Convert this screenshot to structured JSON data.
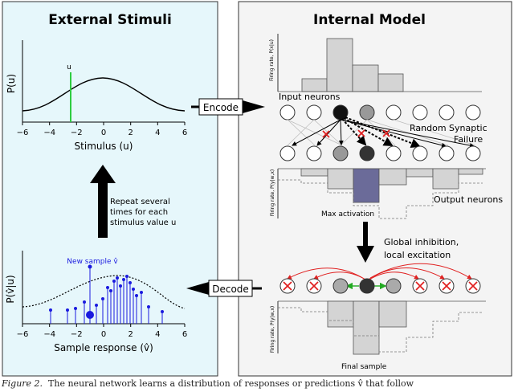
{
  "left_panel": {
    "title": "External Stimuli",
    "background": "#e6f7fb",
    "top_plot": {
      "ylabel": "P(u)",
      "xlabel": "Stimulus (u)",
      "marker_label": "u",
      "marker_color": "#2ecc40",
      "ticks": [
        "−6",
        "−4",
        "−2",
        "0",
        "2",
        "4",
        "6"
      ]
    },
    "repeat_text": [
      "Repeat several",
      "times for each",
      "stimulus value u"
    ],
    "bottom_plot": {
      "ylabel": "P(v̂|u)",
      "xlabel": "Sample response (v̂)",
      "sample_label": "New sample v̂",
      "sample_color": "#1a1adf",
      "ticks": [
        "−6",
        "−4",
        "−2",
        "0",
        "2",
        "4",
        "6"
      ]
    }
  },
  "right_panel": {
    "title": "Internal Model",
    "background": "#f4f4f4",
    "top_hist_ylabel": "Firing rate, P(x|u)",
    "input_neurons_label": "Input neurons",
    "failure_label": [
      "Random Synaptic",
      "Failure"
    ],
    "mid_hist_ylabel": "Firing rate, P(y|w,x)",
    "output_neurons_label": "Output neurons",
    "max_activation_label": "Max activation",
    "max_activation_color": "#6b6b99",
    "inhibition_label": [
      "Global inhibition,",
      "local excitation"
    ],
    "bottom_hist_ylabel": "Firing rate, P(y|w,x)",
    "final_sample_label": "Final sample"
  },
  "connectors": {
    "encode_label": "Encode",
    "decode_label": "Decode"
  },
  "caption": {
    "fig_label": "Figure 2.",
    "text": "The neural network learns a distribution of responses or predictions v̂ that follow"
  },
  "colors": {
    "inhibition_arrow": "#e02020",
    "excitation_arrow": "#22aa22",
    "cross": "#e02020"
  }
}
